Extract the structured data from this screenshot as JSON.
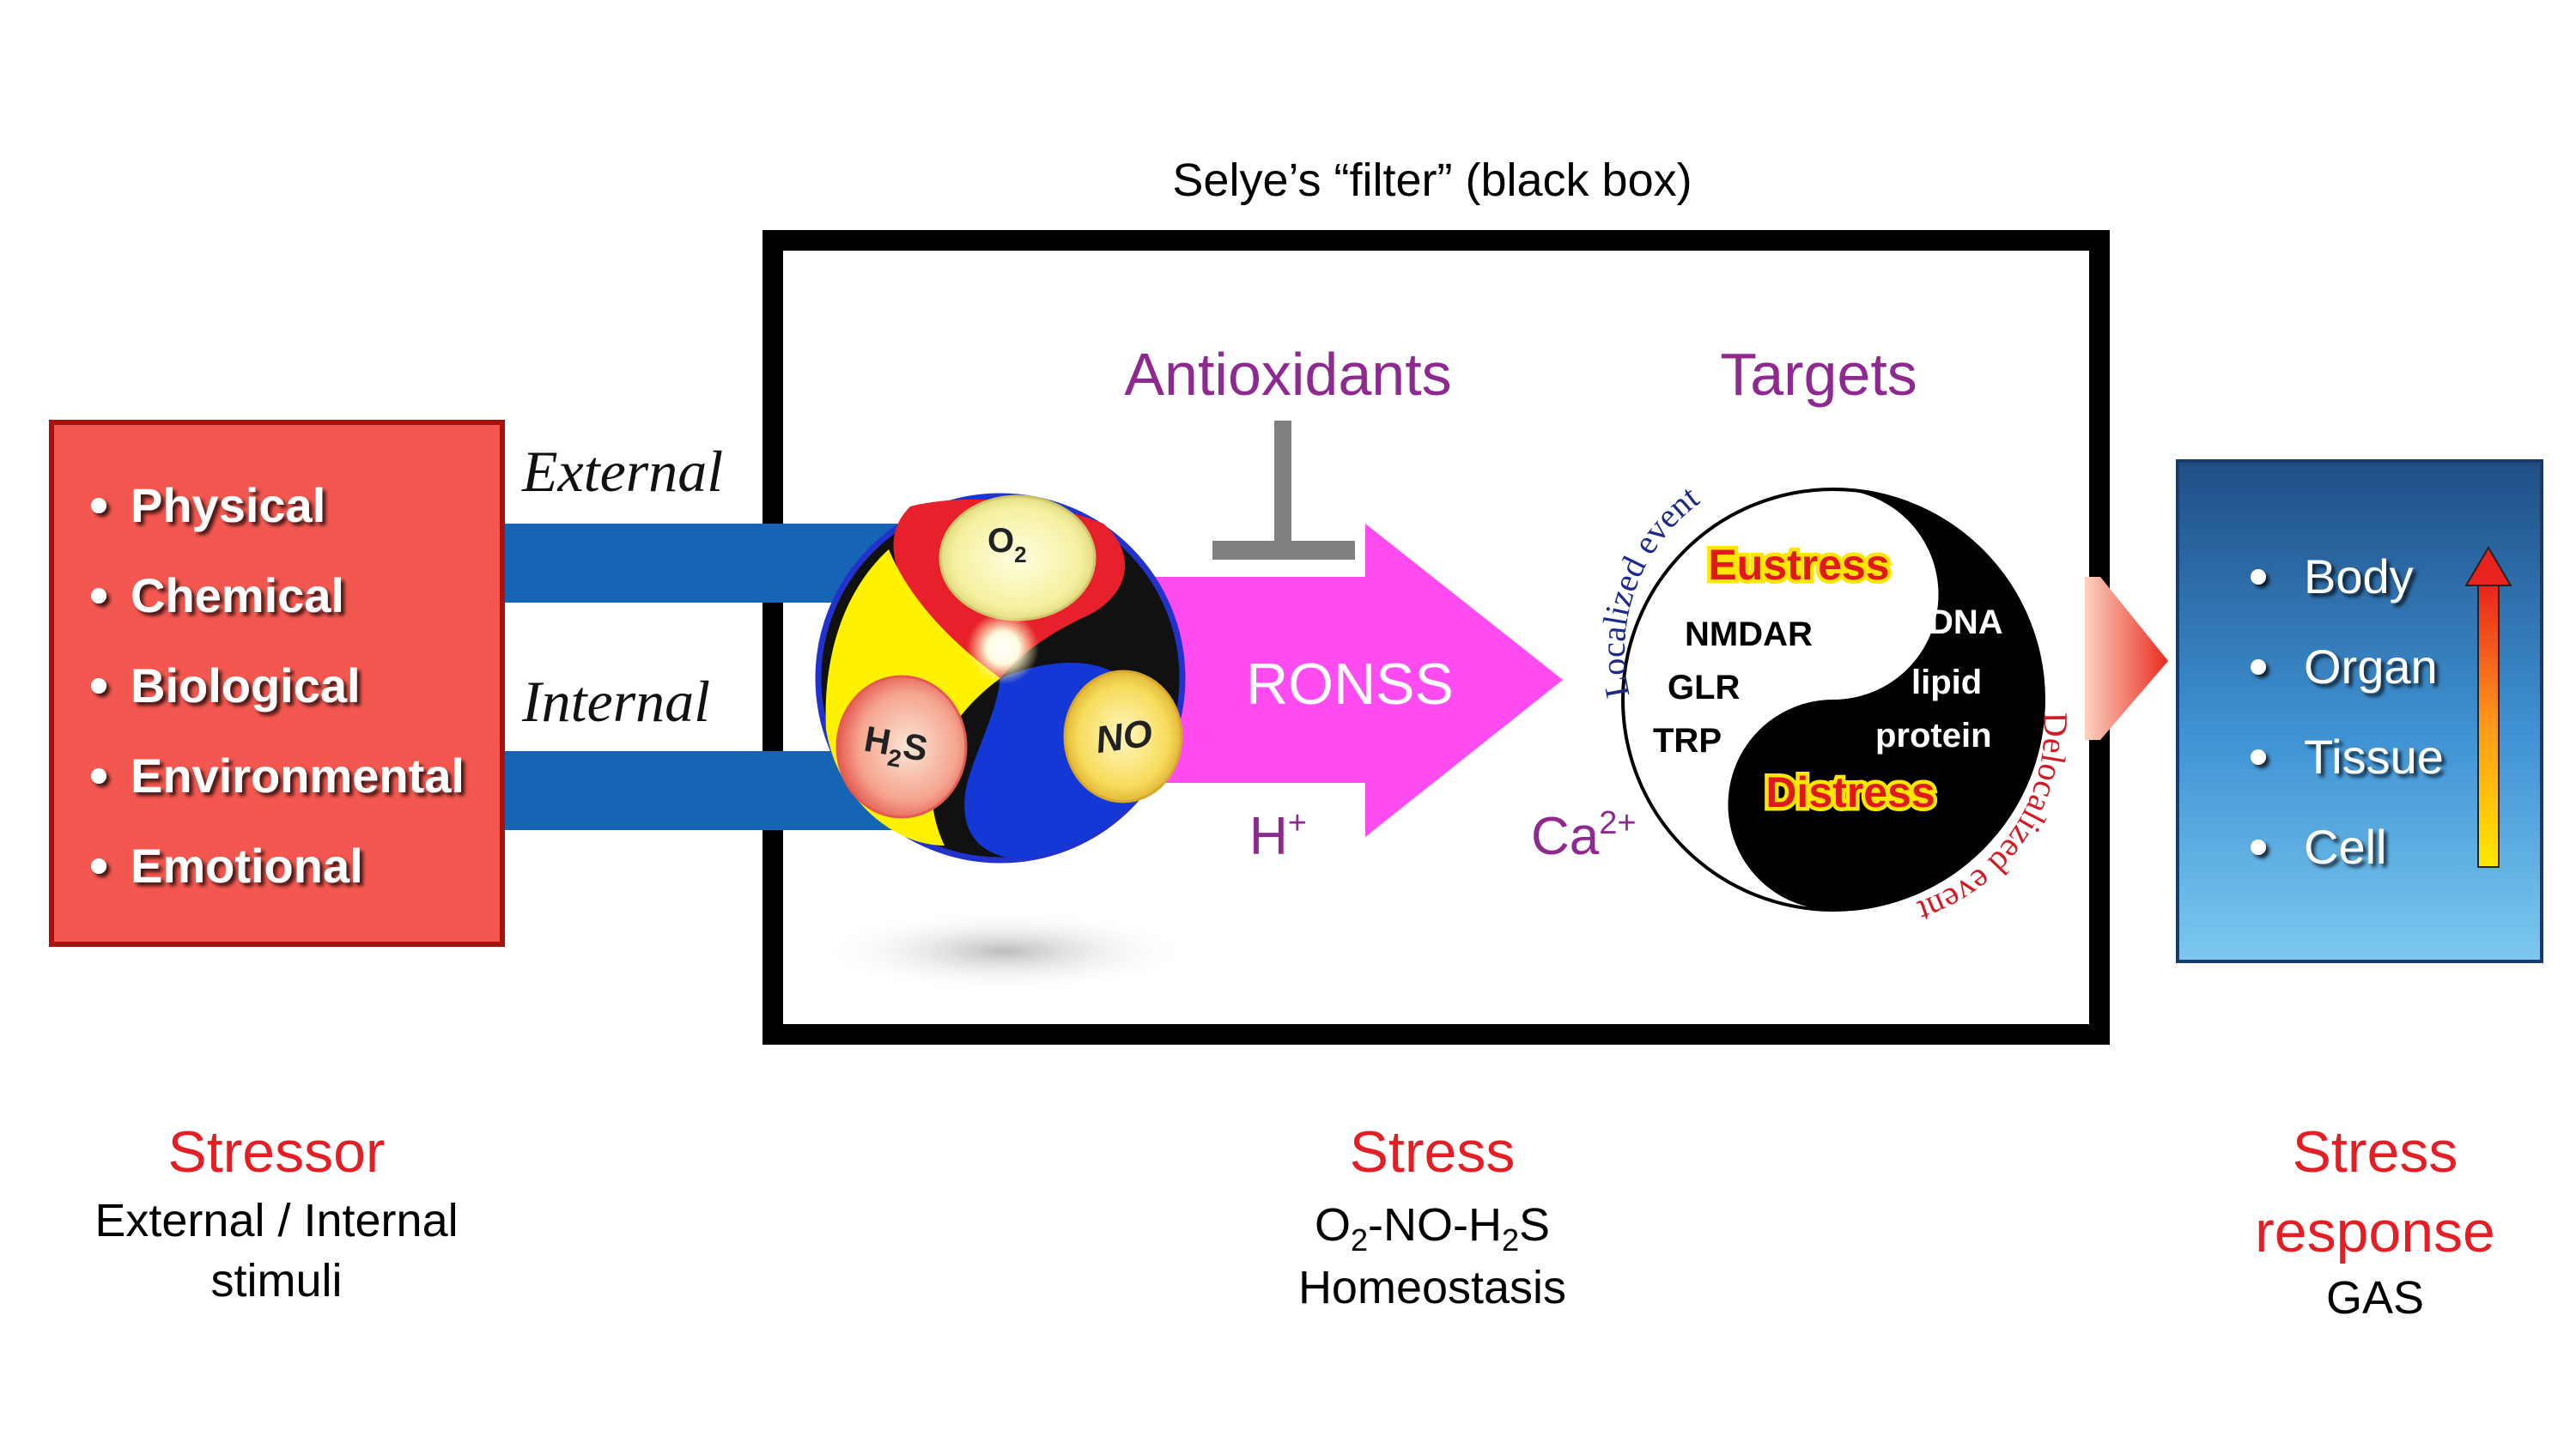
{
  "filter_title": "Selye’s “filter” (black box)",
  "stressors": {
    "items": [
      "Physical",
      "Chemical",
      "Biological",
      "Environmental",
      "Emotional"
    ],
    "color": "#f4574f"
  },
  "inputs": {
    "external": "External",
    "internal": "Internal",
    "color": "#1565b4"
  },
  "sphere": {
    "o2": "O",
    "o2_sub": "2",
    "h2s_h": "H",
    "h2s_sub": "2",
    "h2s_s": "S",
    "no": "NO"
  },
  "antioxidants": "Antioxidants",
  "ronss": "RONSS",
  "h_plus": "H",
  "h_plus_sup": "+",
  "targets": "Targets",
  "ca": "Ca",
  "ca_sup": "2+",
  "yinyang": {
    "localized": "Localized event",
    "delocalized": "Delocalized event",
    "eustress": "Eustress",
    "distress": "Distress",
    "left_targets": [
      "NMDAR",
      "GLR",
      "TRP"
    ],
    "right_targets": [
      "DNA",
      "lipid",
      "protein"
    ]
  },
  "response_levels": [
    "Body",
    "Organ",
    "Tissue",
    "Cell"
  ],
  "captions": {
    "stressor_title": "Stressor",
    "stressor_line1": "External / Internal",
    "stressor_line2": "stimuli",
    "stress_title": "Stress",
    "stress_o": "O",
    "stress_o_sub": "2",
    "stress_mid": "-NO-H",
    "stress_h_sub": "2",
    "stress_s": "S",
    "stress_line2": "Homeostasis",
    "response_title1": "Stress",
    "response_title2": "response",
    "response_line": "GAS"
  },
  "colors": {
    "caption_red": "#e31e24",
    "purple": "#8e2a8f",
    "magenta": "#ff4cf0",
    "eustress_yellow": "#ffe600",
    "eustress_text": "#e0191c"
  }
}
